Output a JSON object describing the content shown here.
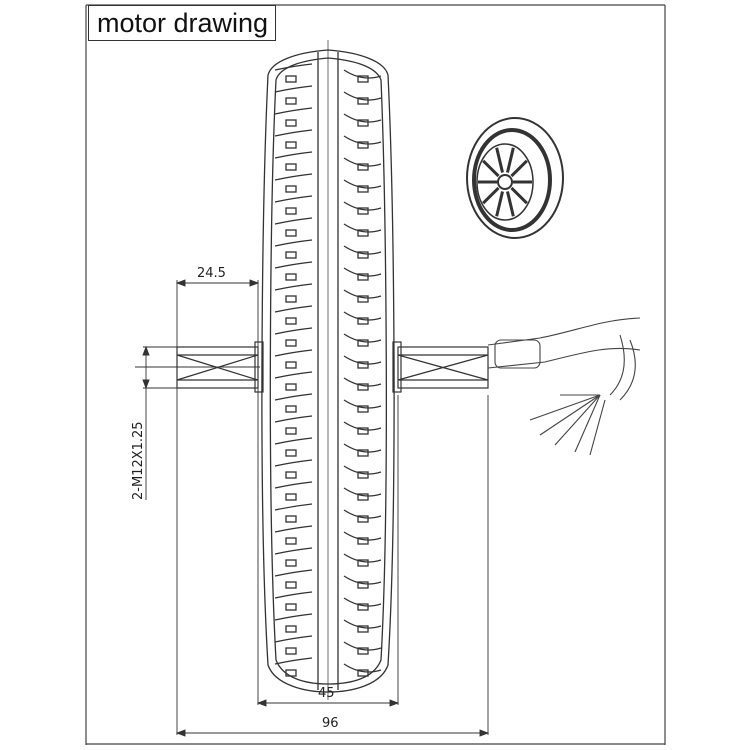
{
  "title": "motor drawing",
  "dimensions": {
    "shaft_length": "24.5",
    "thread": "2-M12X1.25",
    "hub_width": "45",
    "axle_width": "96"
  },
  "colors": {
    "line": "#333333",
    "background": "#ffffff"
  }
}
